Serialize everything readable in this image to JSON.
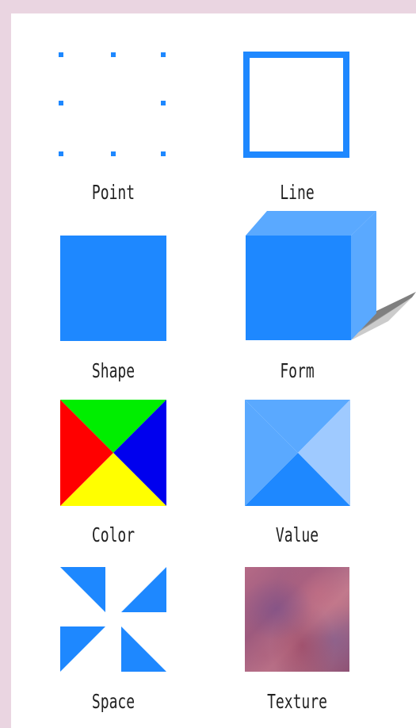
{
  "elements": [
    {
      "key": "point",
      "label": "Point"
    },
    {
      "key": "line",
      "label": "Line"
    },
    {
      "key": "shape",
      "label": "Shape"
    },
    {
      "key": "form",
      "label": "Form"
    },
    {
      "key": "color",
      "label": "Color"
    },
    {
      "key": "value",
      "label": "Value"
    },
    {
      "key": "space",
      "label": "Space"
    },
    {
      "key": "texture",
      "label": "Texture"
    }
  ],
  "colors": {
    "background": "#ead5e1",
    "panel": "#ffffff",
    "primary_blue": "#1e88ff",
    "light_blue": "#5aa9ff",
    "pale_blue": "#9fcaff",
    "red": "#ff0000",
    "green": "#00ee00",
    "blue": "#0000ee",
    "yellow": "#ffff00",
    "shadow": "#808080"
  }
}
